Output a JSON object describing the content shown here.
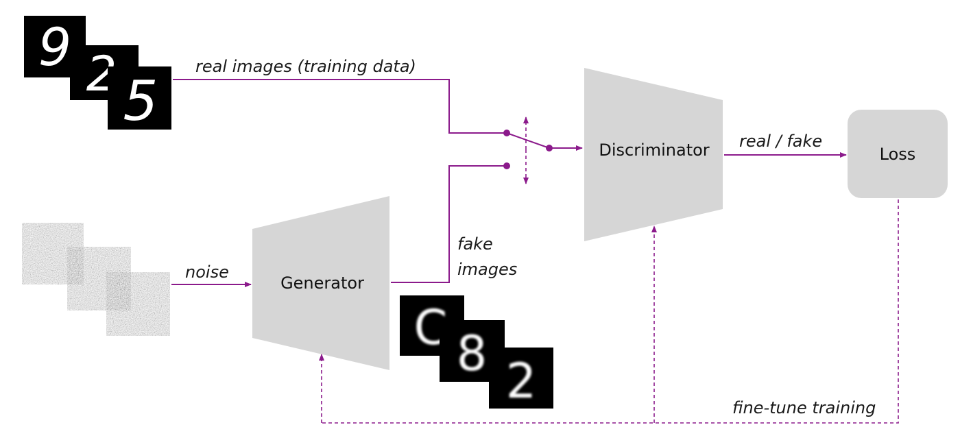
{
  "labels": {
    "real_images": "real images (training data)",
    "noise": "noise",
    "fake_images_line1": "fake",
    "fake_images_line2": "images",
    "real_fake": "real / fake",
    "fine_tune": "fine-tune training"
  },
  "blocks": {
    "generator": "Generator",
    "discriminator": "Discriminator",
    "loss": "Loss"
  },
  "real_digits": [
    "9",
    "2",
    "5"
  ],
  "fake_digits": [
    "C",
    "8",
    "2"
  ],
  "colors": {
    "arrow": "#8b1a8b",
    "block": "#d6d6d6",
    "image_bg": "#000000",
    "text": "#111111"
  }
}
